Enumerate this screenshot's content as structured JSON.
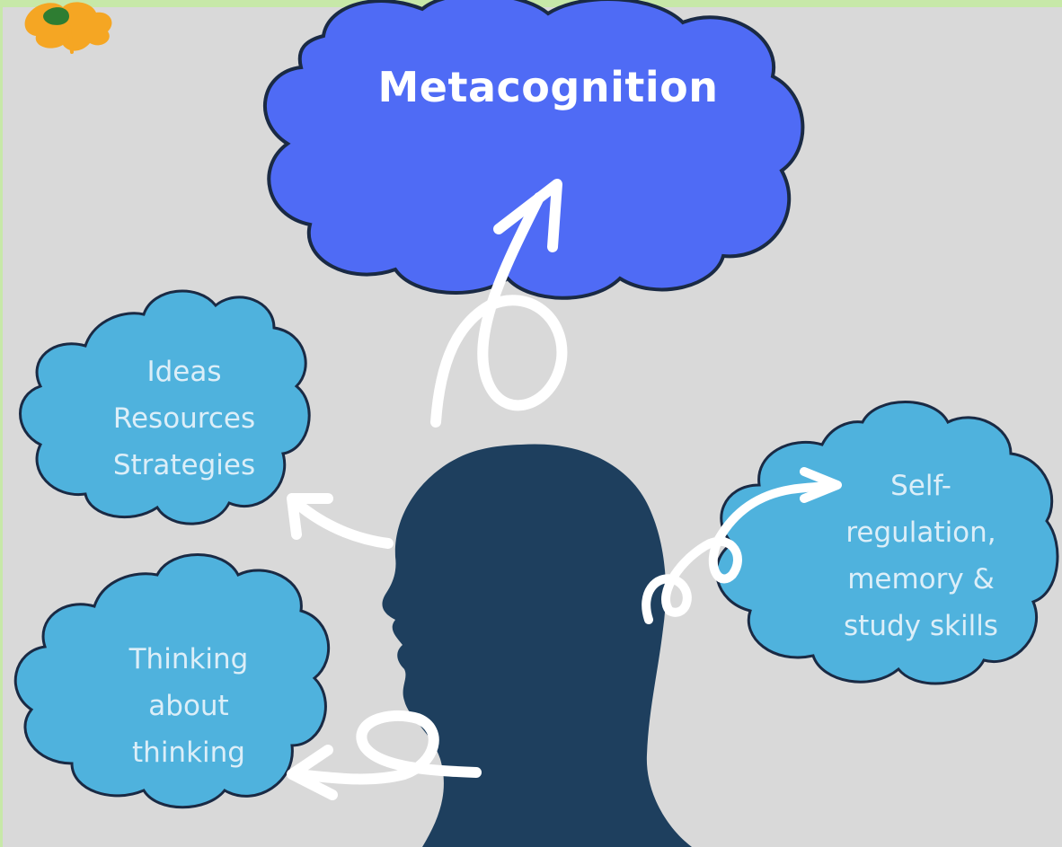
{
  "title": "Metacognition",
  "clouds": {
    "ideas": [
      "Ideas",
      "Resources",
      "Strategies"
    ],
    "thinking": [
      "Thinking",
      "about",
      "thinking"
    ],
    "self": [
      "Self-",
      "regulation,",
      "memory &",
      "study skills"
    ]
  },
  "colors": {
    "background": "#d9d9d9",
    "main_cloud": "#4f6bf5",
    "small_cloud": "#4fb2dd",
    "head": "#1e3f5e",
    "arrow": "#ffffff",
    "outline": "#1a2a44"
  },
  "icons": [
    "logo-leaf-icon",
    "head-silhouette-icon",
    "arrow-icon"
  ]
}
